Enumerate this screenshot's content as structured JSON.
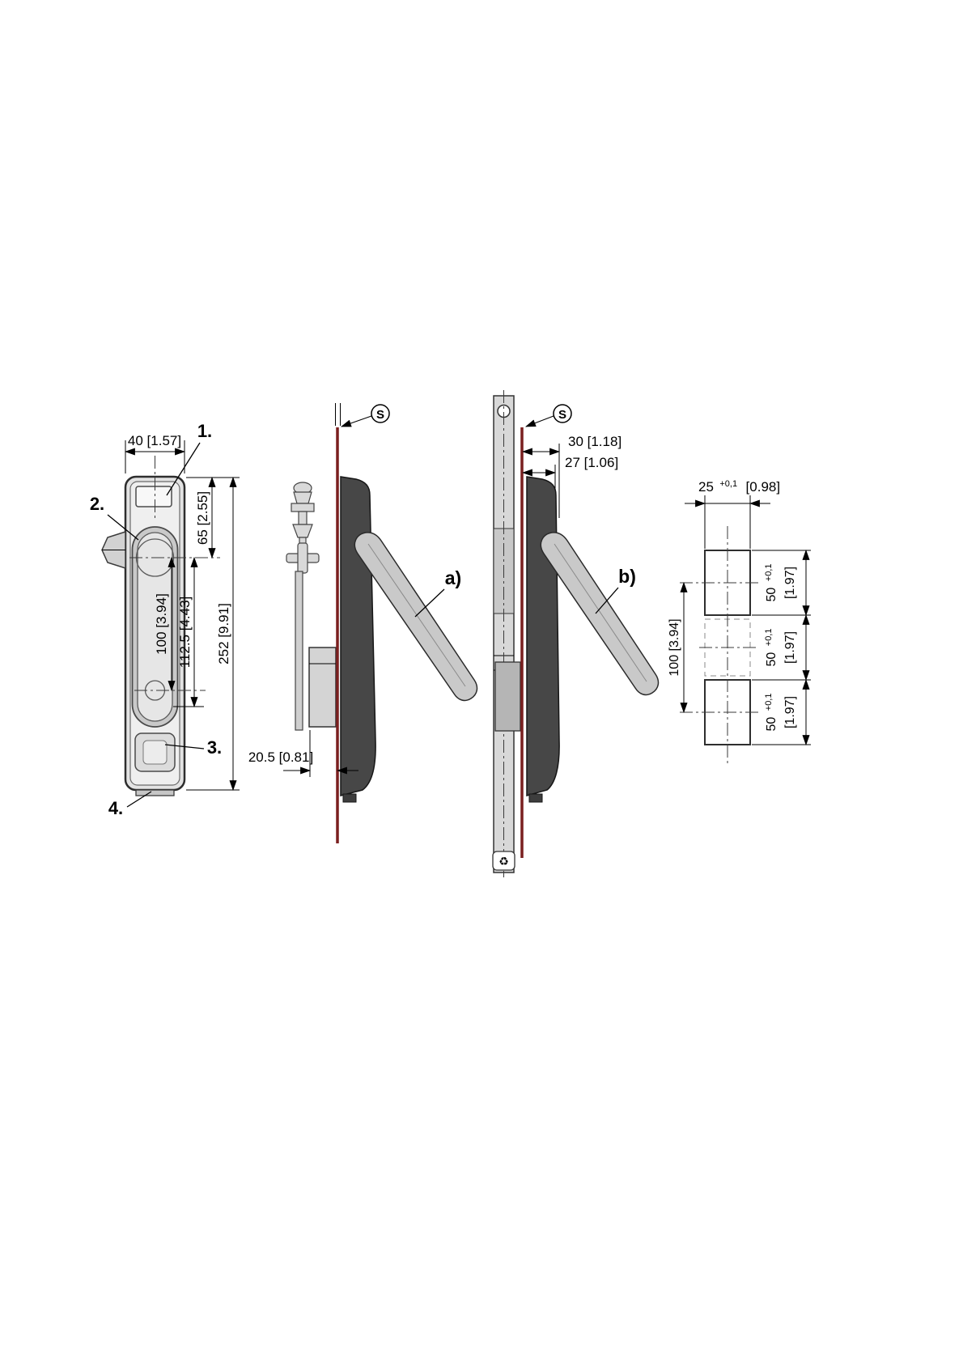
{
  "figure": {
    "type": "technical-drawing",
    "colors": {
      "panel_line": "#7a1f1f",
      "lock_body": "#474747",
      "handle": "#c9c9c9",
      "frame_profile": "#d8d8d8",
      "line": "#000000",
      "background": "#ffffff"
    }
  },
  "front_view": {
    "callout_1": "1.",
    "callout_2": "2.",
    "callout_3": "3.",
    "callout_4": "4.",
    "dim_width": "40 [1.57]",
    "dim_65": "65 [2.55]",
    "dim_100": "100 [3.94]",
    "dim_112_5": "112.5 [4.43]",
    "dim_252": "252 [9.91]"
  },
  "side_view_a": {
    "label": "a)",
    "panel_thickness_symbol": "S",
    "dim_depth": "20.5 [0.81]"
  },
  "side_view_b": {
    "label": "b)",
    "panel_thickness_symbol": "S",
    "dim_30": "30 [1.18]",
    "dim_27": "27 [1.06]",
    "recycle_icon": "♻"
  },
  "cutout_view": {
    "dim_25": "25",
    "dim_25_tol": "+0,1",
    "dim_25_inch": "[0.98]",
    "dim_50": "50",
    "dim_50_tol": "+0,1",
    "dim_50_inch": "[1.97]",
    "dim_100": "100 [3.94]"
  }
}
